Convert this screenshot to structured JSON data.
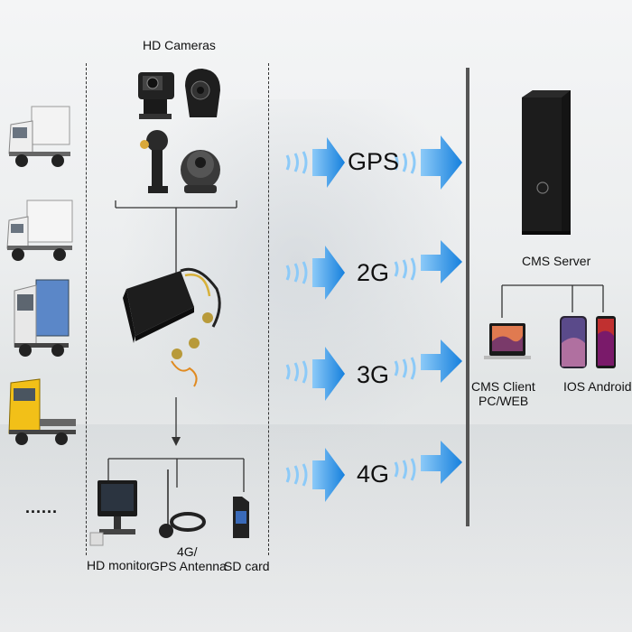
{
  "labels": {
    "hd_cameras": "HD Cameras",
    "cms_server": "CMS Server",
    "cms_client_line1": "CMS Client",
    "cms_client_line2": "PC/WEB",
    "ios_android": "IOS Android",
    "hd_monitor": "HD monitor",
    "gps_antenna_line1": "4G/",
    "gps_antenna_line2": "GPS Antenna",
    "sd_card": "SD card",
    "more": "......"
  },
  "networks": [
    "GPS",
    "2G",
    "3G",
    "4G"
  ],
  "colors": {
    "arrow": "#1a86e0",
    "arrow_light": "#5ab4f5",
    "line": "#333333",
    "vehicle_white": "#f2f2f2",
    "vehicle_yellow": "#f2c018"
  },
  "vehicles": [
    "white-box-truck",
    "white-small-truck",
    "blue-cargo-truck",
    "yellow-flatbed-truck"
  ]
}
